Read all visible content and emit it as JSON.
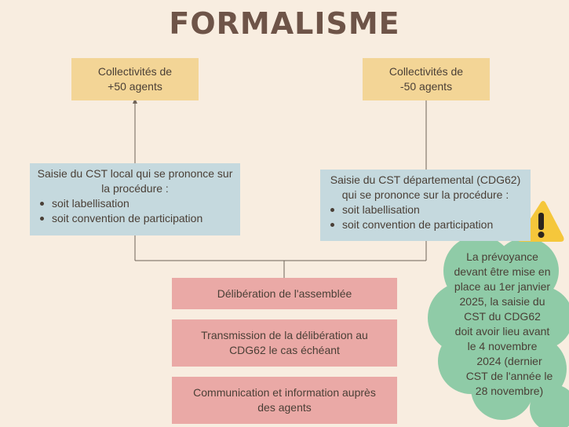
{
  "title": "FORMALISME",
  "top_left": {
    "line1": "Collectivités de",
    "line2": "+50 agents"
  },
  "top_right": {
    "line1": "Collectivités de",
    "line2": "-50 agents"
  },
  "mid_left": {
    "header1": "Saisie du CST local qui se prononce sur",
    "header2": "la procédure :",
    "items": [
      "soit labellisation",
      "soit convention de participation"
    ]
  },
  "mid_right": {
    "header1": "Saisie du CST départemental (CDG62)",
    "header2": "qui se prononce sur la procédure :",
    "items": [
      "soit labellisation",
      "soit convention de participation"
    ]
  },
  "steps": {
    "step1": "Délibération de l'assemblée",
    "step2_line1": "Transmission de la délibération au",
    "step2_line2": "CDG62 le cas échéant",
    "step3_line1": "Communication et information auprès",
    "step3_line2": "des agents"
  },
  "note": {
    "lines": [
      "La prévoyance",
      "devant être mise en",
      "place au 1er janvier",
      "2025, la saisie du",
      "CST du CDG62",
      "doit avoir lieu avant",
      "le  4 novembre",
      "2024 (dernier",
      "CST de l'année le",
      "28 novembre)"
    ]
  },
  "colors": {
    "yellow": "#f3d596",
    "blue": "#c5d9de",
    "pink": "#eaa9a6",
    "green": "#8fcba7",
    "warning": "#f5c73b"
  }
}
